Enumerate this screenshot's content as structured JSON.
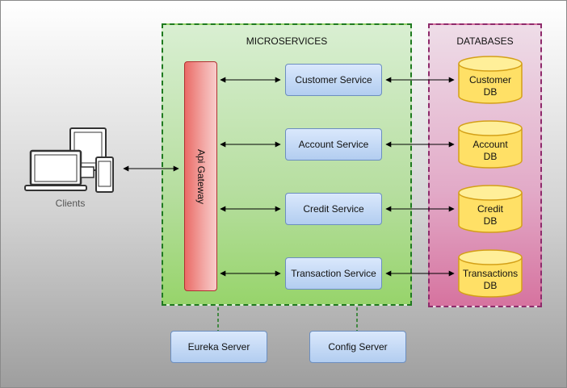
{
  "zones": {
    "microservices_title": "MICROSERVICES",
    "databases_title": "DATABASES"
  },
  "clients": {
    "label": "Clients",
    "icon": "devices-icon"
  },
  "gateway": {
    "label": "Api Gateway"
  },
  "services": [
    {
      "label": "Customer Service"
    },
    {
      "label": "Account Service"
    },
    {
      "label": "Credit Service"
    },
    {
      "label": "Transaction Service"
    }
  ],
  "databases": [
    {
      "line1": "Customer",
      "line2": "DB"
    },
    {
      "line1": "Account",
      "line2": "DB"
    },
    {
      "line1": "Credit",
      "line2": "DB"
    },
    {
      "line1": "Transactions",
      "line2": "DB"
    }
  ],
  "infrastructure": {
    "eureka": "Eureka Server",
    "config": "Config Server"
  },
  "colors": {
    "microservices_border": "#1f7a1f",
    "databases_border": "#8e2a6b",
    "gateway_fill": "#ea6b66",
    "service_fill": "#dae8fc",
    "db_fill": "#ffe066"
  }
}
